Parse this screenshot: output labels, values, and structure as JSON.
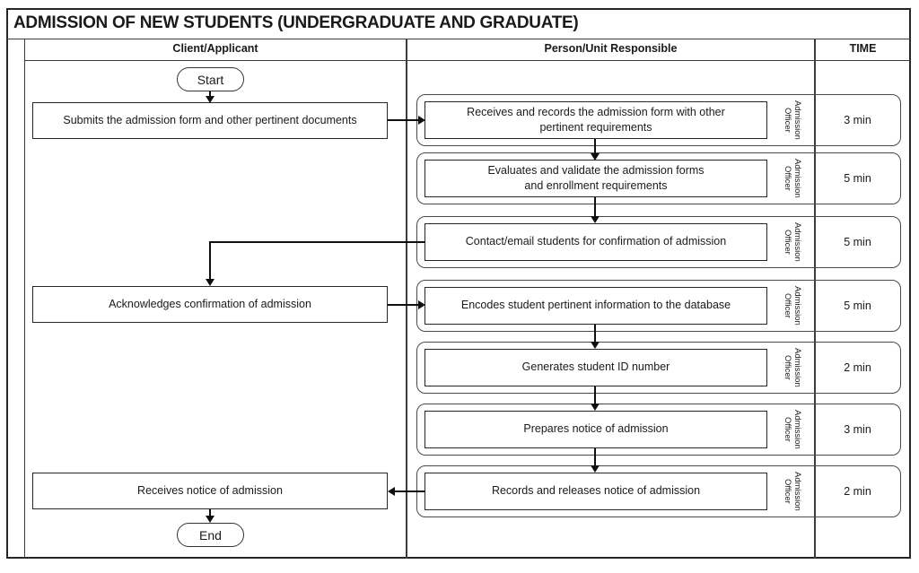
{
  "title": "ADMISSION OF NEW STUDENTS (UNDERGRADUATE AND GRADUATE)",
  "columns": {
    "client": "Client/Applicant",
    "responsible": "Person/Unit Responsible",
    "time": "TIME"
  },
  "client": {
    "start": "Start",
    "submit": "Submits the admission form and other pertinent documents",
    "acknowledge": "Acknowledges confirmation of admission",
    "receive": "Receives notice of admission",
    "end": "End"
  },
  "steps": [
    {
      "text": "Receives and records the admission form with other\npertinent requirements",
      "officer": "Admission Officer",
      "time": "3 min"
    },
    {
      "text": "Evaluates and validate the admission forms\nand enrollment requirements",
      "officer": "Admission Officer",
      "time": "5 min"
    },
    {
      "text": "Contact/email students for confirmation of admission",
      "officer": "Admission Officer",
      "time": "5 min"
    },
    {
      "text": "Encodes student pertinent information to the database",
      "officer": "Admission Officer",
      "time": "5 min"
    },
    {
      "text": "Generates student ID number",
      "officer": "Admission Officer",
      "time": "2 min"
    },
    {
      "text": "Prepares notice of admission",
      "officer": "Admission Officer",
      "time": "3 min"
    },
    {
      "text": "Records and releases notice of admission",
      "officer": "Admission Officer",
      "time": "2 min"
    }
  ],
  "colors": {
    "ink": "#1a1a1a",
    "grid_line": "#3d3d3d",
    "arrow": "#0f0f0f",
    "background": "#ffffff"
  }
}
